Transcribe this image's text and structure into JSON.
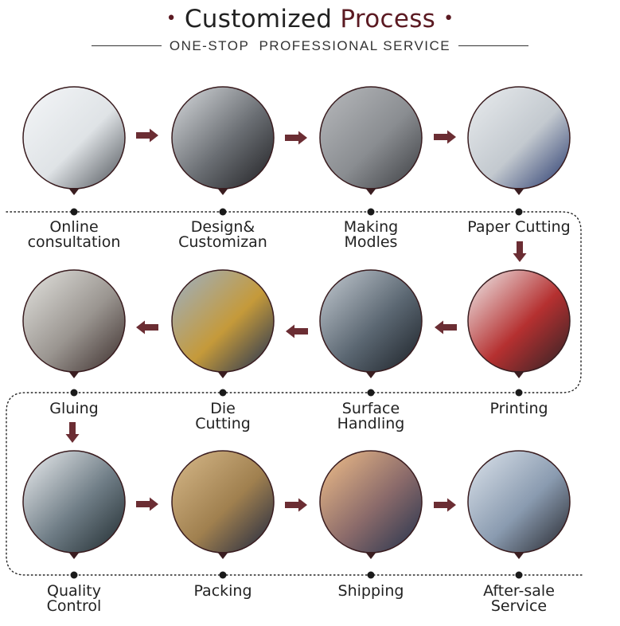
{
  "header": {
    "title_word1": "Customized",
    "title_word2": "Process",
    "title_dot": "•",
    "subtitle": "ONE-STOP  PROFESSIONAL SERVICE"
  },
  "colors": {
    "accent": "#5b1a22",
    "arrow": "#6b2d33",
    "dots": "#222222"
  },
  "steps": [
    {
      "line1": "Online",
      "line2": "consultation",
      "photo": "customer-service-agent-photo"
    },
    {
      "line1": "Design&",
      "line2": "Customizan",
      "photo": "designer-at-computer-photo"
    },
    {
      "line1": "Making",
      "line2": "Modles",
      "photo": "printing-plate-photo"
    },
    {
      "line1": "Paper Cutting",
      "line2": "",
      "photo": "paper-cutting-machine-photo"
    },
    {
      "line1": "Printing",
      "line2": "",
      "photo": "printing-worker-photo"
    },
    {
      "line1": "Surface",
      "line2": "Handling",
      "photo": "laminating-machine-photo"
    },
    {
      "line1": "Die",
      "line2": "Cutting",
      "photo": "die-cutting-photo"
    },
    {
      "line1": "Gluing",
      "line2": "",
      "photo": "gluing-workshop-photo"
    },
    {
      "line1": "Quality",
      "line2": "Control",
      "photo": "quality-inspection-photo"
    },
    {
      "line1": "Packing",
      "line2": "",
      "photo": "carton-packing-photo"
    },
    {
      "line1": "Shipping",
      "line2": "",
      "photo": "cargo-ship-photo"
    },
    {
      "line1": "After-sale",
      "line2": "Service",
      "photo": "after-sale-support-photo"
    }
  ]
}
